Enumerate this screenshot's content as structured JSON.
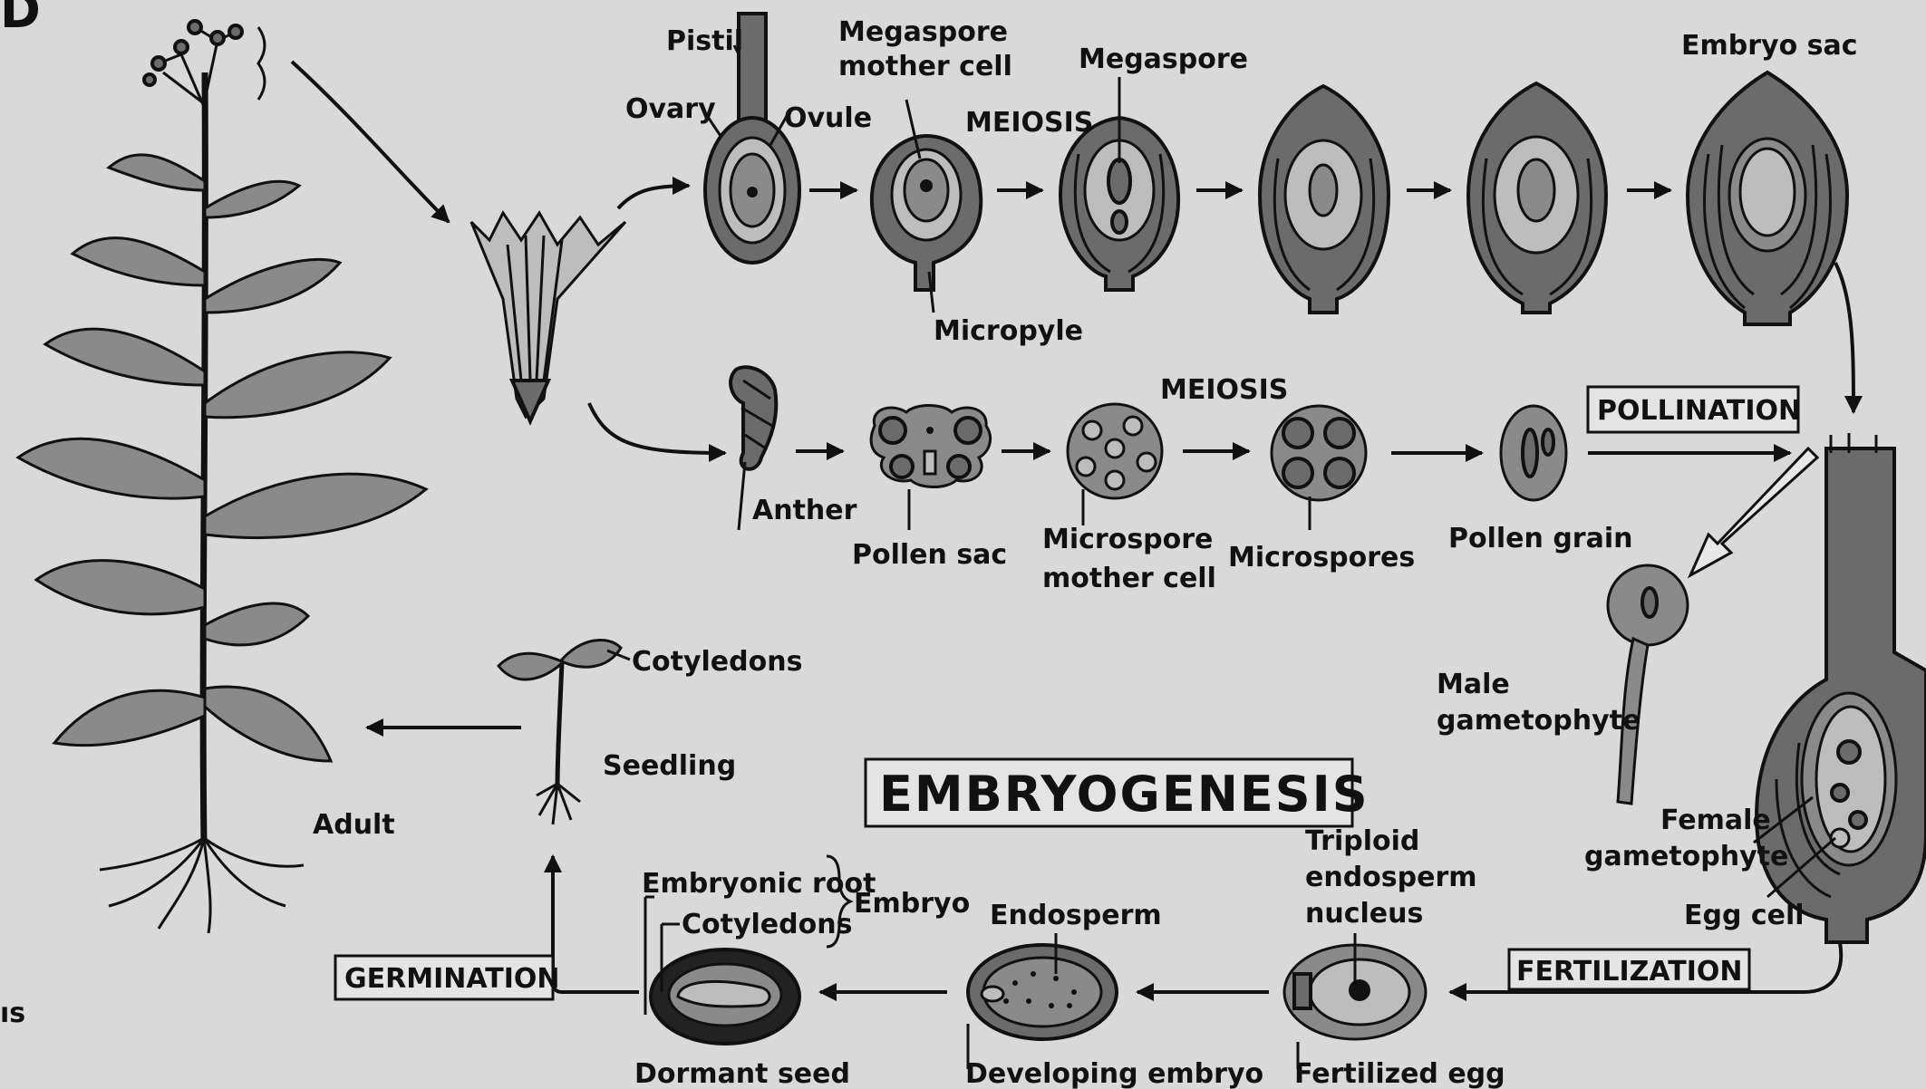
{
  "corner_label": "D",
  "edge_fragment": "ıs",
  "labels": {
    "pistil": "Pistil",
    "ovary": "Ovary",
    "ovule": "Ovule",
    "megaspore_mother_cell_1": "Megaspore",
    "megaspore_mother_cell_2": "mother cell",
    "meiosis_top": "MEIOSIS",
    "megaspore": "Megaspore",
    "micropyle": "Micropyle",
    "embryo_sac": "Embryo sac",
    "anther": "Anther",
    "pollen_sac": "Pollen sac",
    "microspore_mother_cell_1": "Microspore",
    "microspore_mother_cell_2": "mother cell",
    "meiosis_middle": "MEIOSIS",
    "microspores": "Microspores",
    "pollen_grain": "Pollen grain",
    "pollination": "POLLINATION",
    "male_gametophyte_1": "Male",
    "male_gametophyte_2": "gametophyte",
    "female_gametophyte_1": "Female",
    "female_gametophyte_2": "gametophyte",
    "egg_cell": "Egg cell",
    "cotyledons_seedling": "Cotyledons",
    "seedling": "Seedling",
    "adult": "Adult",
    "embryogenesis": "EMBRYOGENESIS",
    "embryonic_root": "Embryonic root",
    "cotyledons_seed": "Cotyledons",
    "embryo": "Embryo",
    "endosperm": "Endosperm",
    "triploid_1": "Triploid",
    "triploid_2": "endosperm",
    "triploid_3": "nucleus",
    "germination": "GERMINATION",
    "fertilization": "FERTILIZATION",
    "dormant_seed": "Dormant seed",
    "developing_embryo": "Developing embryo",
    "fertilized_egg": "Fertilized egg"
  },
  "colors": {
    "background": "#d9d9d9",
    "ink": "#111111",
    "tissue_dark": "#6b6b6b",
    "tissue_mid": "#8a8a8a",
    "tissue_light": "#bdbdbd"
  }
}
